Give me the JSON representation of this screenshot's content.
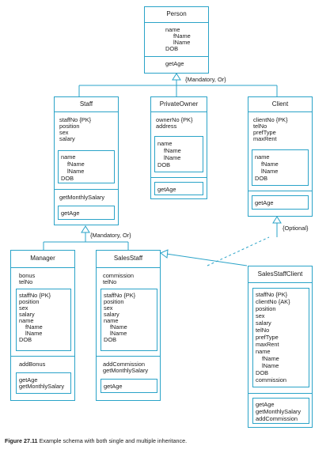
{
  "classes": {
    "person": {
      "name": "Person",
      "attrs": [
        "name",
        "fName",
        "lName",
        "DOB"
      ],
      "ops": [
        "getAge"
      ]
    },
    "staff": {
      "name": "Staff",
      "attrs": [
        "staffNo {PK}",
        "position",
        "sex",
        "salary"
      ],
      "inherited": [
        "name",
        "fName",
        "lName",
        "DOB"
      ],
      "ops_local": [
        "getMonthlySalary"
      ],
      "ops_inherited": [
        "getAge"
      ]
    },
    "private_owner": {
      "name": "PrivateOwner",
      "attrs": [
        "ownerNo {PK}",
        "address"
      ],
      "inherited": [
        "name",
        "fName",
        "lName",
        "DOB"
      ],
      "ops_inherited": [
        "getAge"
      ]
    },
    "client": {
      "name": "Client",
      "attrs": [
        "clientNo {PK}",
        "telNo",
        "prefType",
        "maxRent"
      ],
      "inherited": [
        "name",
        "fName",
        "lName",
        "DOB"
      ],
      "ops_inherited": [
        "getAge"
      ]
    },
    "manager": {
      "name": "Manager",
      "attrs": [
        "bonus",
        "telNo"
      ],
      "inherited": [
        "staffNo {PK}",
        "position",
        "sex",
        "salary",
        "name",
        "fName",
        "lName",
        "DOB"
      ],
      "ops_local": [
        "addBonus"
      ],
      "ops_inherited": [
        "getAge",
        "getMonthlySalary"
      ]
    },
    "sales_staff": {
      "name": "SalesStaff",
      "attrs": [
        "commission",
        "telNo"
      ],
      "inherited": [
        "staffNo {PK}",
        "position",
        "sex",
        "salary",
        "name",
        "fName",
        "lName",
        "DOB"
      ],
      "ops_local": [
        "addCommission",
        "getMonthlySalary"
      ],
      "ops_inherited": [
        "getAge"
      ]
    },
    "sales_staff_client": {
      "name": "SalesStaffClient",
      "inherited": [
        "staffNo {PK}",
        "clientNo {AK}",
        "position",
        "sex",
        "salary",
        "telNo",
        "prefType",
        "maxRent",
        "name",
        "fName",
        "lName",
        "DOB",
        "commission"
      ],
      "ops_inherited": [
        "getAge",
        "getMonthlySalary",
        "addCommission"
      ]
    }
  },
  "constraints": {
    "person": "{Mandatory, Or}",
    "staff": "{Mandatory, Or}",
    "client": "{Optional}"
  },
  "caption": {
    "label": "Figure 27.11",
    "text": "Example schema with both single and multiple inheritance."
  }
}
